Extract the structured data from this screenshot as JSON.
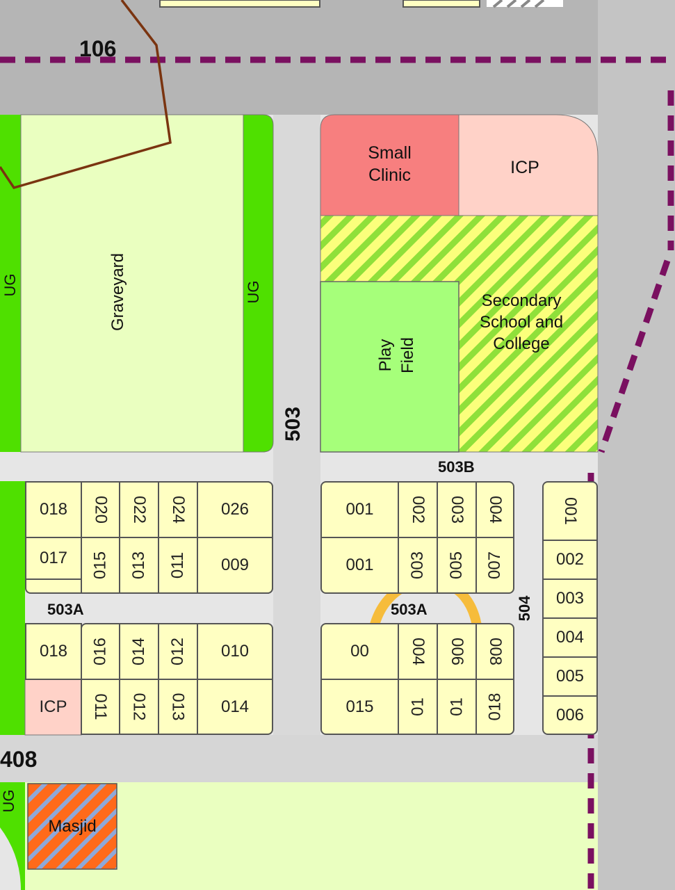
{
  "roads": {
    "r106": "106",
    "r503": "503",
    "r503b": "503B",
    "r503a_left": "503A",
    "r503a_right": "503A",
    "r504": "504",
    "r408": "408"
  },
  "areas": {
    "graveyard": "Graveyard",
    "ug_left": "UG",
    "ug_mid": "UG",
    "ug_bottom": "UG",
    "small_clinic_1": "Small",
    "small_clinic_2": "Clinic",
    "icp_top": "ICP",
    "play_field_1": "Play",
    "play_field_2": "Field",
    "school_1": "Secondary",
    "school_2": "School and",
    "school_3": "College",
    "icp_bottom": "ICP",
    "masjid": "Masjid"
  },
  "plots": {
    "left_upper_row1": [
      "018",
      "020",
      "022",
      "024",
      "026"
    ],
    "left_upper_row2": [
      "017",
      "015",
      "013",
      "011",
      "009"
    ],
    "left_lower_row1": [
      "018",
      "016",
      "014",
      "012",
      "010"
    ],
    "left_lower_row2": [
      "011",
      "012",
      "013",
      "014"
    ],
    "right_upper_row1": [
      "001",
      "002",
      "003",
      "004"
    ],
    "right_upper_row2": [
      "001",
      "003",
      "005",
      "007"
    ],
    "right_lower_row1": [
      "00",
      "004",
      "006",
      "008"
    ],
    "right_lower_row2": [
      "015",
      "01",
      "01",
      "018"
    ],
    "far_right": [
      "001",
      "002",
      "003",
      "004",
      "005",
      "006"
    ]
  },
  "colors": {
    "road": "#d9d9d9",
    "main_road": "#b3b3b3",
    "plot": "#ffffc2",
    "green_belt": "#4fe000",
    "graveyard": "#eaffc0",
    "clinic": "#f77f7f",
    "icp": "#ffd2c8",
    "play_field": "#a6ff7a",
    "school_stripe": "#8fe03a",
    "boundary": "#7a1060",
    "river": "#7a3410",
    "highlight": "#f7b82c"
  }
}
